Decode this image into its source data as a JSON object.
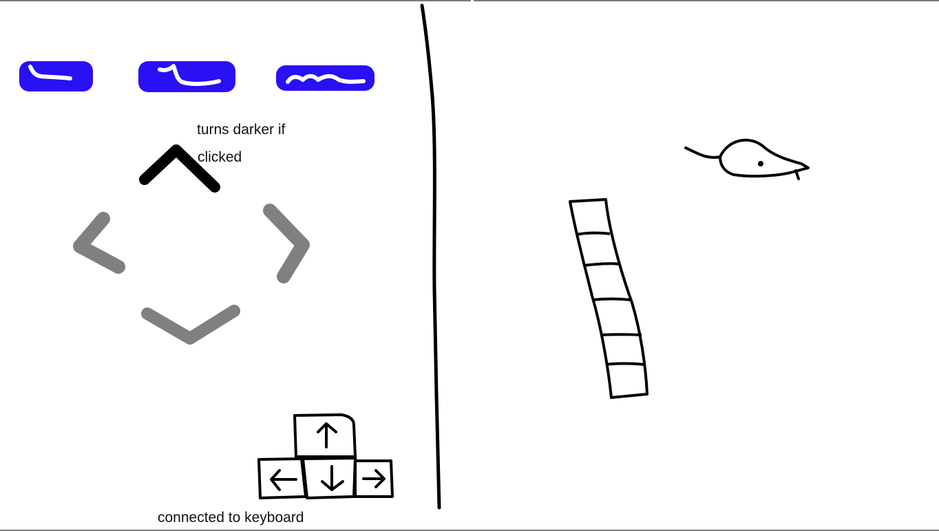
{
  "annotations": {
    "click_hint_line1": "turns darker if",
    "click_hint_line2": "clicked",
    "keyboard_hint": "connected to keyboard"
  },
  "colors": {
    "button_fill": "#2a10f5",
    "arrow_active": "#000000",
    "arrow_inactive": "#808080",
    "sketch_stroke": "#000000",
    "window_border": "#7a7a7a"
  },
  "dpad": {
    "active_direction": "up",
    "directions": [
      "up",
      "left",
      "right",
      "down"
    ]
  },
  "keyboard_keys": [
    "up",
    "left",
    "down",
    "right"
  ],
  "snake_segment_count": 6,
  "top_buttons": [
    {
      "name": "menu-button-1",
      "label_state": "scribble placeholder"
    },
    {
      "name": "menu-button-2",
      "label_state": "scribble placeholder"
    },
    {
      "name": "menu-button-3",
      "label_state": "scribble placeholder"
    }
  ]
}
